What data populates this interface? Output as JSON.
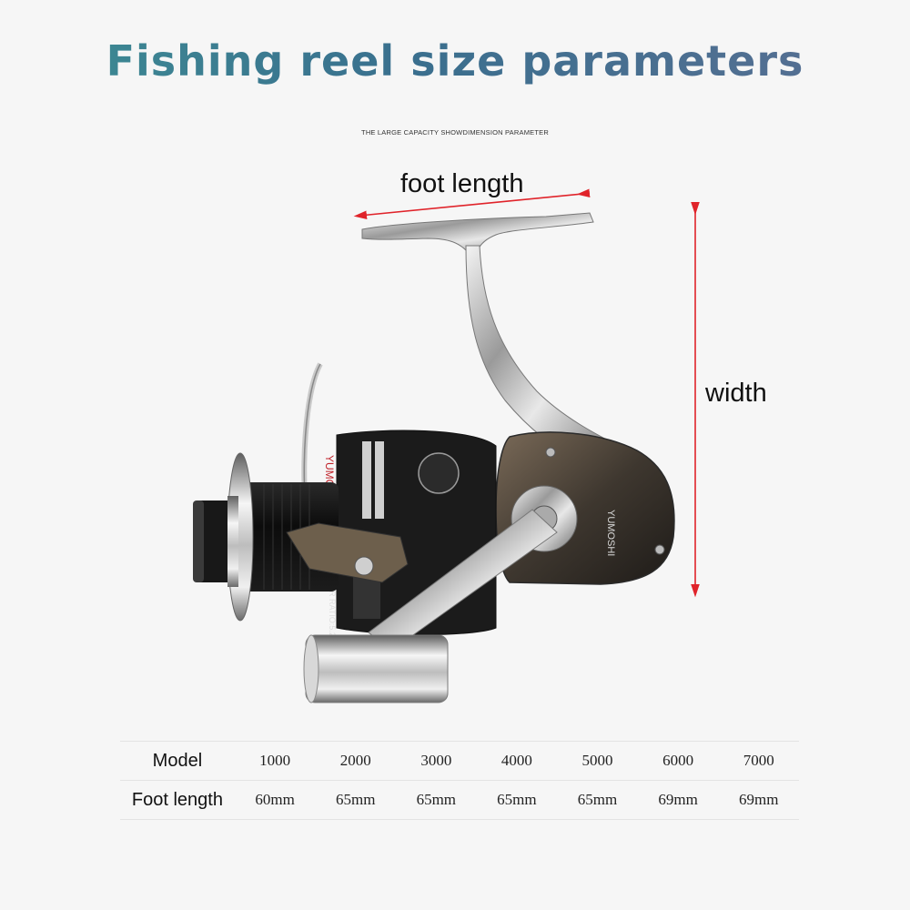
{
  "title": "Fishing reel size parameters",
  "subtitle": "THE LARGE CAPACITY SHOWDIMENSION PARAMETER",
  "dimensions": {
    "foot_length_label": "foot length",
    "width_label": "width",
    "arrow_color": "#e0232a"
  },
  "reel": {
    "brand_mark": "YUMOSHI",
    "body_label": "YUMOSHI",
    "gear_ratio_text": "GEAR RATIO:5.2:1"
  },
  "table": {
    "model_header": "Model",
    "foot_header": "Foot length",
    "models": [
      "1000",
      "2000",
      "3000",
      "4000",
      "5000",
      "6000",
      "7000"
    ],
    "foot_lengths": [
      "60mm",
      "65mm",
      "65mm",
      "65mm",
      "65mm",
      "69mm",
      "69mm"
    ]
  }
}
